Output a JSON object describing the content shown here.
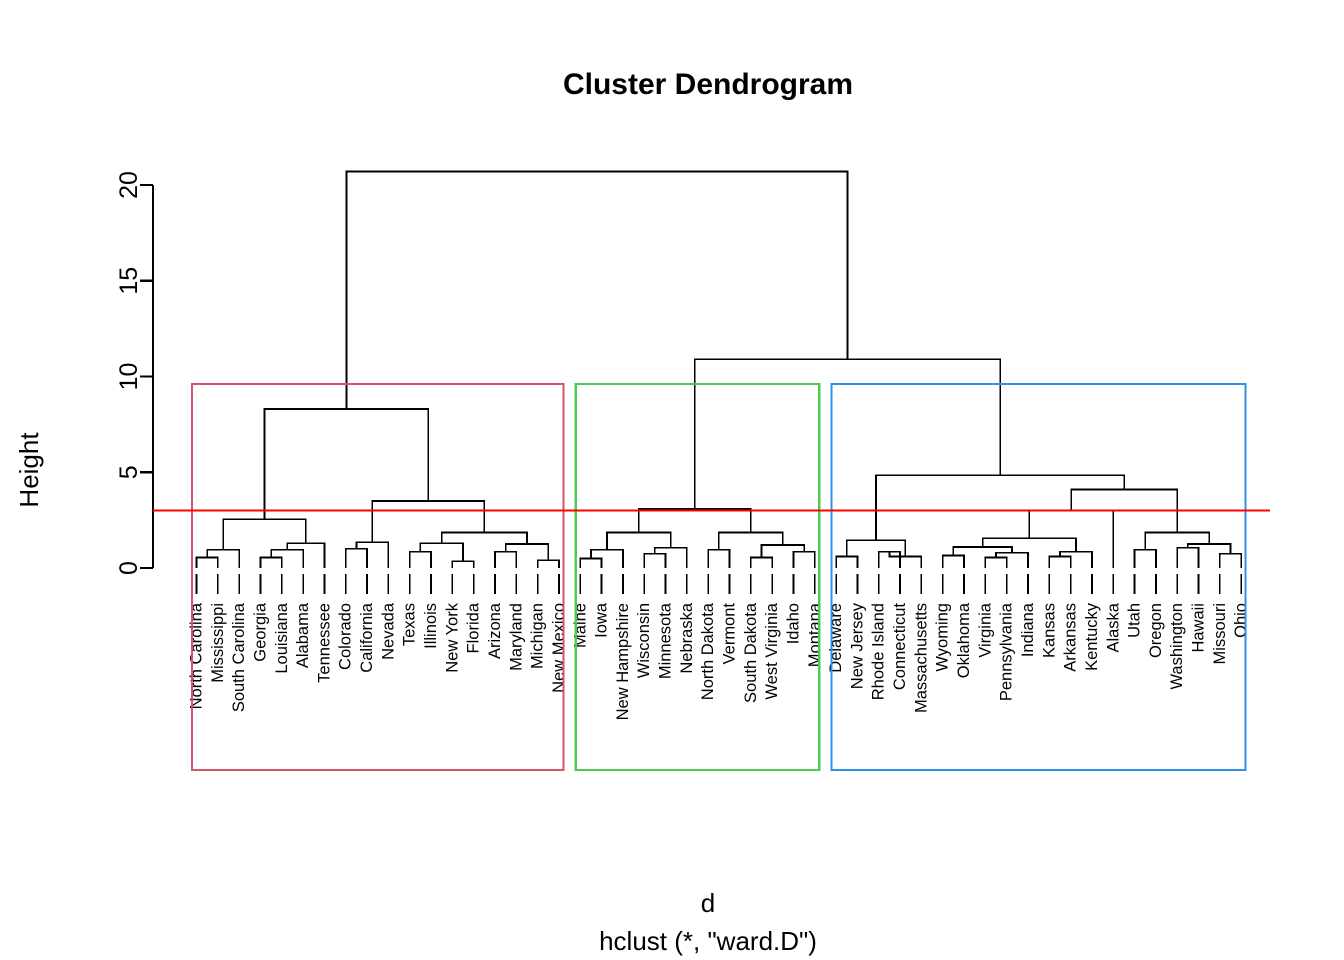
{
  "chart_data": {
    "type": "dendrogram",
    "title": "Cluster Dendrogram",
    "xlabel_line1": "d",
    "xlabel_line2": "hclust (*, \"ward.D\")",
    "ylabel": "Height",
    "ylim": [
      0,
      21.5
    ],
    "yticks": [
      0,
      5,
      10,
      15,
      20
    ],
    "ytick_labels": [
      "0",
      "5",
      "10",
      "15",
      "20"
    ],
    "grid": false,
    "cut_height": 3.0,
    "cut_line_color": "#ff0000",
    "leaf_order": [
      "North Carolina",
      "Mississippi",
      "South Carolina",
      "Georgia",
      "Louisiana",
      "Alabama",
      "Tennessee",
      "Colorado",
      "California",
      "Nevada",
      "Texas",
      "Illinois",
      "New York",
      "Florida",
      "Arizona",
      "Maryland",
      "Michigan",
      "New Mexico",
      "Maine",
      "Iowa",
      "New Hampshire",
      "Wisconsin",
      "Minnesota",
      "Nebraska",
      "North Dakota",
      "Vermont",
      "South Dakota",
      "West Virginia",
      "Idaho",
      "Montana",
      "Delaware",
      "New Jersey",
      "Rhode Island",
      "Connecticut",
      "Massachusetts",
      "Wyoming",
      "Oklahoma",
      "Virginia",
      "Pennsylvania",
      "Indiana",
      "Kansas",
      "Arkansas",
      "Kentucky",
      "Alaska",
      "Utah",
      "Oregon",
      "Washington",
      "Hawaii",
      "Missouri",
      "Ohio"
    ],
    "n_leaves": 50,
    "clusters": [
      {
        "id": "cluster-1",
        "color": "#d6546a",
        "first_leaf": 0,
        "last_leaf": 17,
        "members": [
          "North Carolina",
          "Mississippi",
          "South Carolina",
          "Georgia",
          "Louisiana",
          "Alabama",
          "Tennessee",
          "Colorado",
          "California",
          "Nevada",
          "Texas",
          "Illinois",
          "New York",
          "Florida",
          "Arizona",
          "Maryland",
          "Michigan",
          "New Mexico"
        ]
      },
      {
        "id": "cluster-2",
        "color": "#4fcc4f",
        "first_leaf": 18,
        "last_leaf": 29,
        "members": [
          "Maine",
          "Iowa",
          "New Hampshire",
          "Wisconsin",
          "Minnesota",
          "Nebraska",
          "North Dakota",
          "Vermont",
          "South Dakota",
          "West Virginia",
          "Idaho",
          "Montana"
        ]
      },
      {
        "id": "cluster-3",
        "color": "#2f90e8",
        "first_leaf": 30,
        "last_leaf": 49,
        "members": [
          "Delaware",
          "New Jersey",
          "Rhode Island",
          "Connecticut",
          "Massachusetts",
          "Wyoming",
          "Oklahoma",
          "Virginia",
          "Pennsylvania",
          "Indiana",
          "Kansas",
          "Arkansas",
          "Kentucky",
          "Alaska",
          "Utah",
          "Oregon",
          "Washington",
          "Hawaii",
          "Missouri",
          "Ohio"
        ]
      }
    ],
    "cluster_box_top_height": 9.6,
    "merges": [
      {
        "id": "m1",
        "left": {
          "leaf": 0
        },
        "right": {
          "leaf": 1
        },
        "height": 0.55
      },
      {
        "id": "m2",
        "left": {
          "node": "m1"
        },
        "right": {
          "leaf": 2
        },
        "height": 0.95
      },
      {
        "id": "m3",
        "left": {
          "leaf": 3
        },
        "right": {
          "leaf": 4
        },
        "height": 0.55
      },
      {
        "id": "m4",
        "left": {
          "node": "m3"
        },
        "right": {
          "leaf": 5
        },
        "height": 0.95
      },
      {
        "id": "m5",
        "left": {
          "node": "m4"
        },
        "right": {
          "leaf": 6
        },
        "height": 1.3
      },
      {
        "id": "m6",
        "left": {
          "node": "m2"
        },
        "right": {
          "node": "m5"
        },
        "height": 2.55
      },
      {
        "id": "m7",
        "left": {
          "leaf": 7
        },
        "right": {
          "leaf": 8
        },
        "height": 1.0
      },
      {
        "id": "m8",
        "left": {
          "node": "m7"
        },
        "right": {
          "leaf": 9
        },
        "height": 1.35
      },
      {
        "id": "m9",
        "left": {
          "leaf": 10
        },
        "right": {
          "leaf": 11
        },
        "height": 0.85
      },
      {
        "id": "m10",
        "left": {
          "leaf": 12
        },
        "right": {
          "leaf": 13
        },
        "height": 0.35
      },
      {
        "id": "m11",
        "left": {
          "node": "m9"
        },
        "right": {
          "node": "m10"
        },
        "height": 1.3
      },
      {
        "id": "m12",
        "left": {
          "leaf": 14
        },
        "right": {
          "leaf": 15
        },
        "height": 0.85
      },
      {
        "id": "m13",
        "left": {
          "leaf": 16
        },
        "right": {
          "leaf": 17
        },
        "height": 0.4
      },
      {
        "id": "m14",
        "left": {
          "node": "m12"
        },
        "right": {
          "node": "m13"
        },
        "height": 1.25
      },
      {
        "id": "m15",
        "left": {
          "node": "m11"
        },
        "right": {
          "node": "m14"
        },
        "height": 1.85
      },
      {
        "id": "m16",
        "left": {
          "node": "m8"
        },
        "right": {
          "node": "m15"
        },
        "height": 3.5
      },
      {
        "id": "m17",
        "left": {
          "node": "m6"
        },
        "right": {
          "node": "m16"
        },
        "height": 8.3
      },
      {
        "id": "n1",
        "left": {
          "leaf": 18
        },
        "right": {
          "leaf": 19
        },
        "height": 0.5
      },
      {
        "id": "n2",
        "left": {
          "node": "n1"
        },
        "right": {
          "leaf": 20
        },
        "height": 0.95
      },
      {
        "id": "n3",
        "left": {
          "leaf": 21
        },
        "right": {
          "leaf": 22
        },
        "height": 0.75
      },
      {
        "id": "n4",
        "left": {
          "node": "n3"
        },
        "right": {
          "leaf": 23
        },
        "height": 1.05
      },
      {
        "id": "n5",
        "left": {
          "node": "n2"
        },
        "right": {
          "node": "n4"
        },
        "height": 1.85
      },
      {
        "id": "n6",
        "left": {
          "leaf": 24
        },
        "right": {
          "leaf": 25
        },
        "height": 0.95
      },
      {
        "id": "n7",
        "left": {
          "leaf": 26
        },
        "right": {
          "leaf": 27
        },
        "height": 0.55
      },
      {
        "id": "n8",
        "left": {
          "leaf": 28
        },
        "right": {
          "leaf": 29
        },
        "height": 0.85
      },
      {
        "id": "n9",
        "left": {
          "node": "n7"
        },
        "right": {
          "node": "n8"
        },
        "height": 1.2
      },
      {
        "id": "n10",
        "left": {
          "node": "n6"
        },
        "right": {
          "node": "n9"
        },
        "height": 1.85
      },
      {
        "id": "n11",
        "left": {
          "node": "n5"
        },
        "right": {
          "node": "n10"
        },
        "height": 3.1
      },
      {
        "id": "p1",
        "left": {
          "leaf": 30
        },
        "right": {
          "leaf": 31
        },
        "height": 0.6
      },
      {
        "id": "p2",
        "left": {
          "leaf": 32
        },
        "right": {
          "leaf": 33
        },
        "height": 0.85
      },
      {
        "id": "p3",
        "left": {
          "node": "p2"
        },
        "right": {
          "leaf": 34
        },
        "height": 0.6
      },
      {
        "id": "p4",
        "left": {
          "node": "p1"
        },
        "right": {
          "node": "p3"
        },
        "height": 1.45
      },
      {
        "id": "p5",
        "left": {
          "leaf": 35
        },
        "right": {
          "leaf": 36
        },
        "height": 0.65
      },
      {
        "id": "p6",
        "left": {
          "leaf": 37
        },
        "right": {
          "leaf": 38
        },
        "height": 0.55
      },
      {
        "id": "p7",
        "left": {
          "node": "p6"
        },
        "right": {
          "leaf": 39
        },
        "height": 0.8
      },
      {
        "id": "p8",
        "left": {
          "node": "p5"
        },
        "right": {
          "node": "p7"
        },
        "height": 1.1
      },
      {
        "id": "p9",
        "left": {
          "leaf": 40
        },
        "right": {
          "leaf": 41
        },
        "height": 0.6
      },
      {
        "id": "p10",
        "left": {
          "node": "p9"
        },
        "right": {
          "leaf": 42
        },
        "height": 0.85
      },
      {
        "id": "p11",
        "left": {
          "node": "p8"
        },
        "right": {
          "node": "p10"
        },
        "height": 1.55
      },
      {
        "id": "p12",
        "left": {
          "node": "p11"
        },
        "right": {
          "leaf": 43
        },
        "height": 3.0
      },
      {
        "id": "p13",
        "left": {
          "leaf": 44
        },
        "right": {
          "leaf": 45
        },
        "height": 0.95
      },
      {
        "id": "p14",
        "left": {
          "leaf": 46
        },
        "right": {
          "leaf": 47
        },
        "height": 1.05
      },
      {
        "id": "p15",
        "left": {
          "leaf": 48
        },
        "right": {
          "leaf": 49
        },
        "height": 0.75
      },
      {
        "id": "p16",
        "left": {
          "node": "p14"
        },
        "right": {
          "node": "p15"
        },
        "height": 1.25
      },
      {
        "id": "p17",
        "left": {
          "node": "p13"
        },
        "right": {
          "node": "p16"
        },
        "height": 1.85
      },
      {
        "id": "p18",
        "left": {
          "node": "p12"
        },
        "right": {
          "node": "p17"
        },
        "height": 4.1
      },
      {
        "id": "p19",
        "left": {
          "node": "p4"
        },
        "right": {
          "node": "p18"
        },
        "height": 4.85
      },
      {
        "id": "r1",
        "left": {
          "node": "n11"
        },
        "right": {
          "node": "p19"
        },
        "height": 10.9
      },
      {
        "id": "root",
        "left": {
          "node": "m17"
        },
        "right": {
          "node": "r1"
        },
        "height": 20.7
      }
    ]
  }
}
